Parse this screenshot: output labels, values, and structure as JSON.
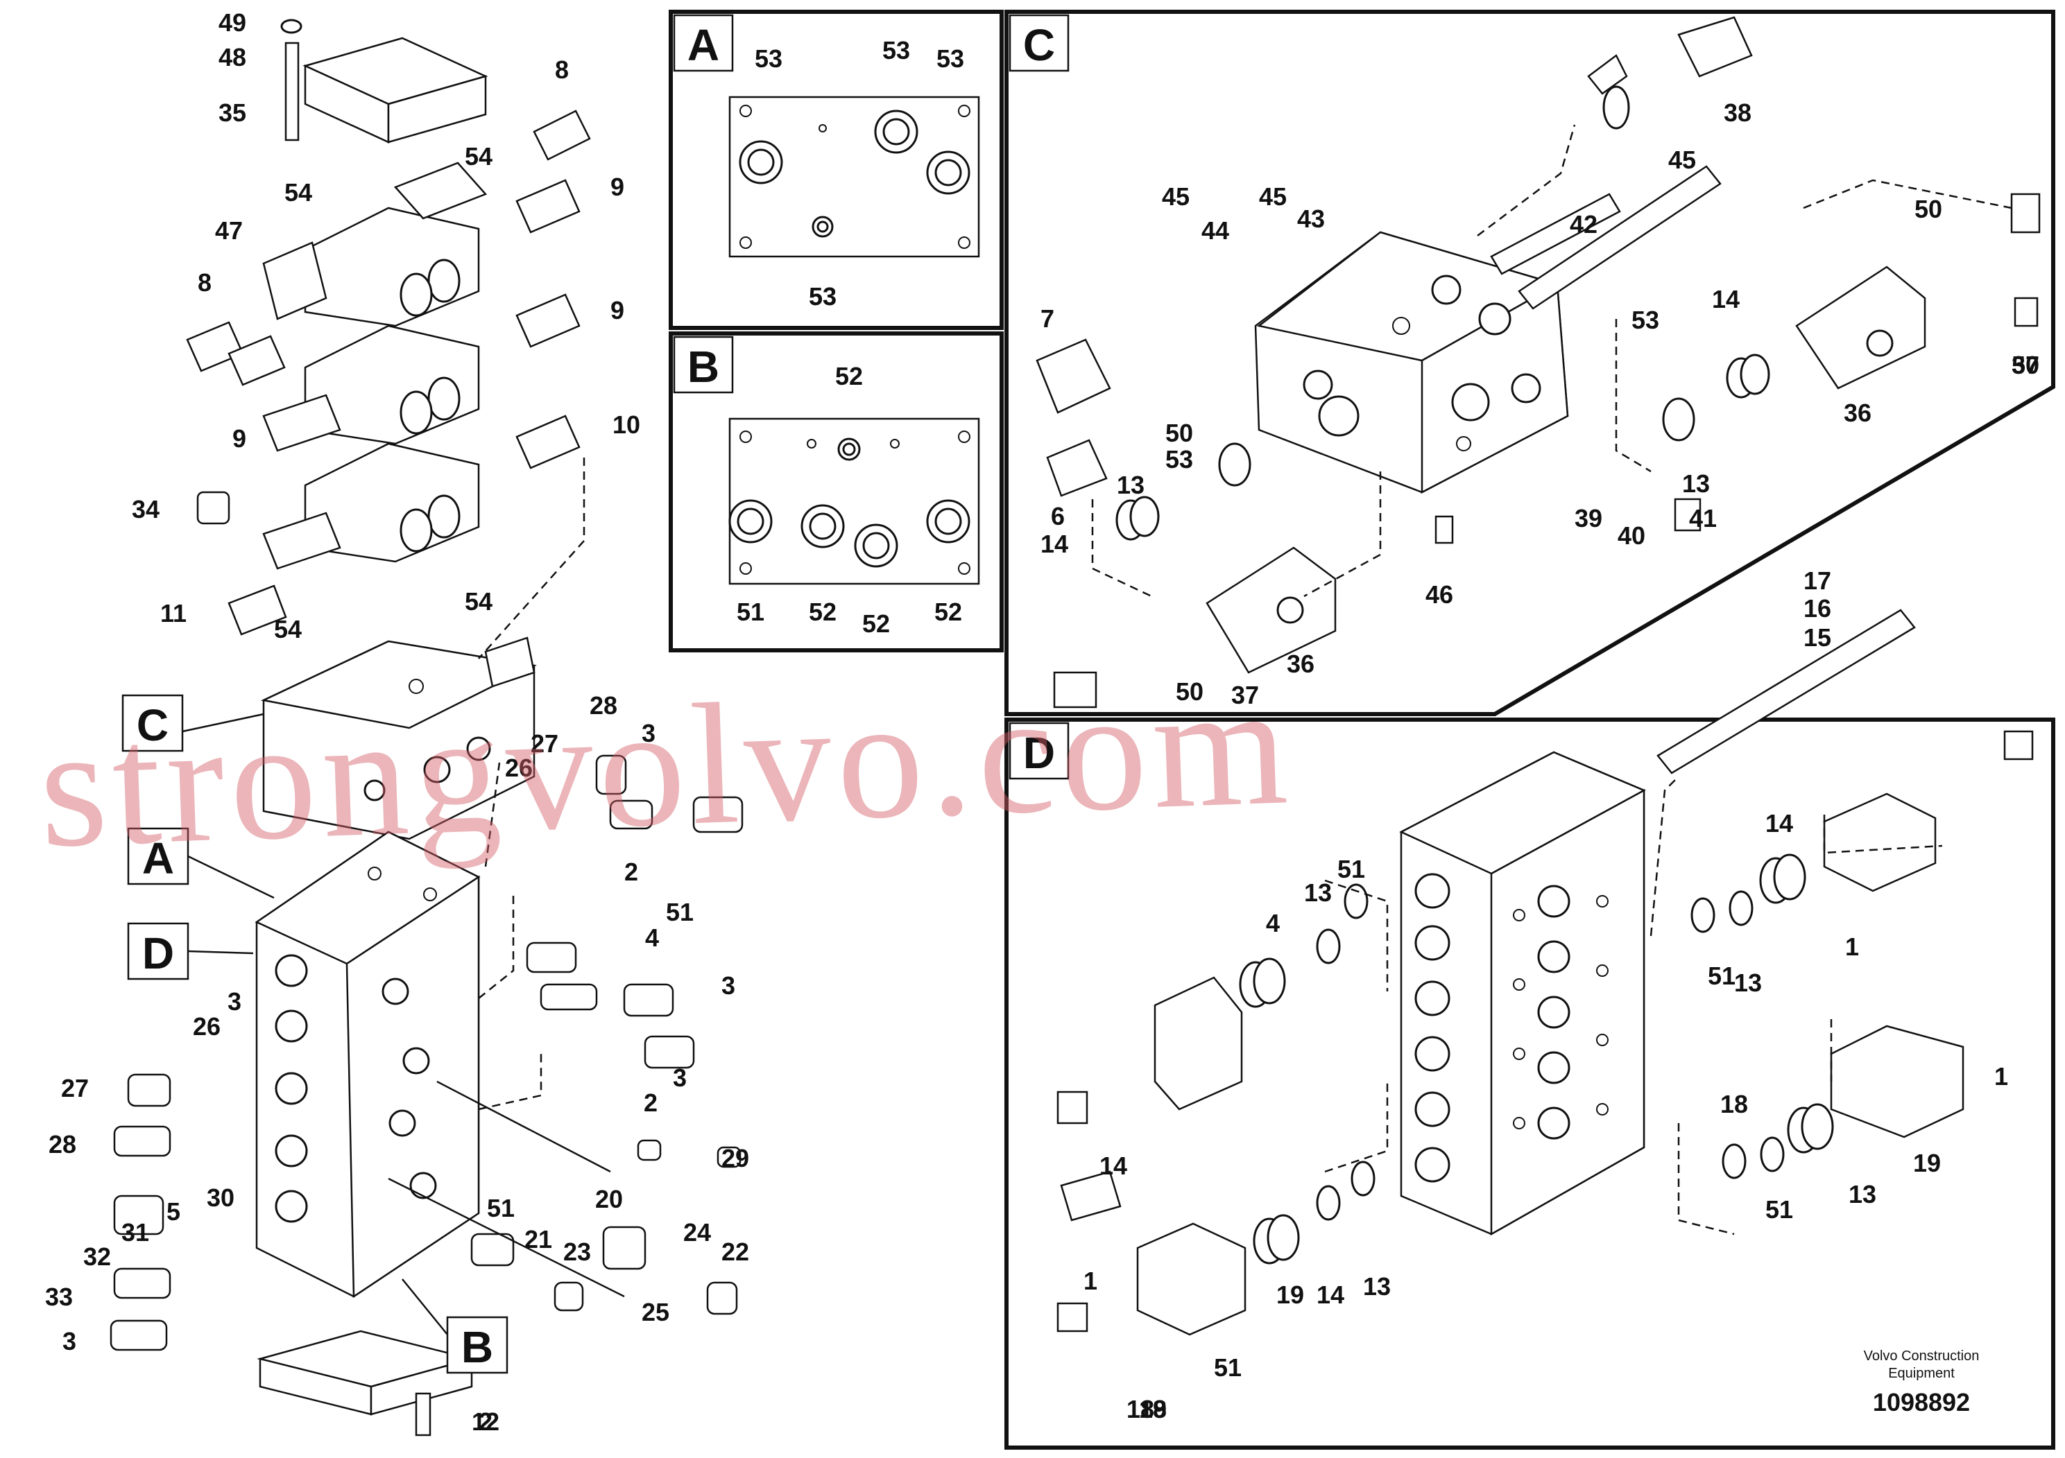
{
  "panels": {
    "a": {
      "letter": "A",
      "callouts": [
        "53",
        "53",
        "53",
        "53",
        "53"
      ]
    },
    "b": {
      "letter": "B",
      "callouts": [
        "52",
        "51",
        "52",
        "52",
        "52"
      ]
    },
    "c": {
      "letter": "C",
      "callouts": [
        "38",
        "45",
        "42",
        "45",
        "44",
        "43",
        "45",
        "7",
        "6",
        "50",
        "53",
        "13",
        "14",
        "36",
        "37",
        "50",
        "39",
        "40",
        "41",
        "46",
        "50",
        "53",
        "14",
        "13",
        "36",
        "37",
        "50"
      ]
    },
    "d": {
      "letter": "D",
      "callouts": [
        "17",
        "16",
        "15",
        "14",
        "13",
        "51",
        "1",
        "4",
        "13",
        "51",
        "1",
        "19",
        "18",
        "51",
        "13",
        "14",
        "1",
        "18",
        "19",
        "14",
        "13",
        "51",
        "18",
        "19"
      ]
    }
  },
  "main": {
    "callouts": [
      "49",
      "48",
      "35",
      "8",
      "54",
      "54",
      "9",
      "47",
      "8",
      "9",
      "9",
      "10",
      "34",
      "11",
      "54",
      "54",
      "28",
      "27",
      "3",
      "26",
      "2",
      "51",
      "4",
      "3",
      "3",
      "26",
      "27",
      "28",
      "3",
      "2",
      "29",
      "30",
      "5",
      "31",
      "32",
      "51",
      "20",
      "21",
      "23",
      "24",
      "22",
      "25",
      "33",
      "3",
      "2",
      "12"
    ],
    "view_labels": [
      "C",
      "A",
      "D",
      "B"
    ]
  },
  "watermark": "strongvolvo.com",
  "footer": {
    "line1": "Volvo Construction",
    "line2": "Equipment",
    "number": "1098892"
  }
}
